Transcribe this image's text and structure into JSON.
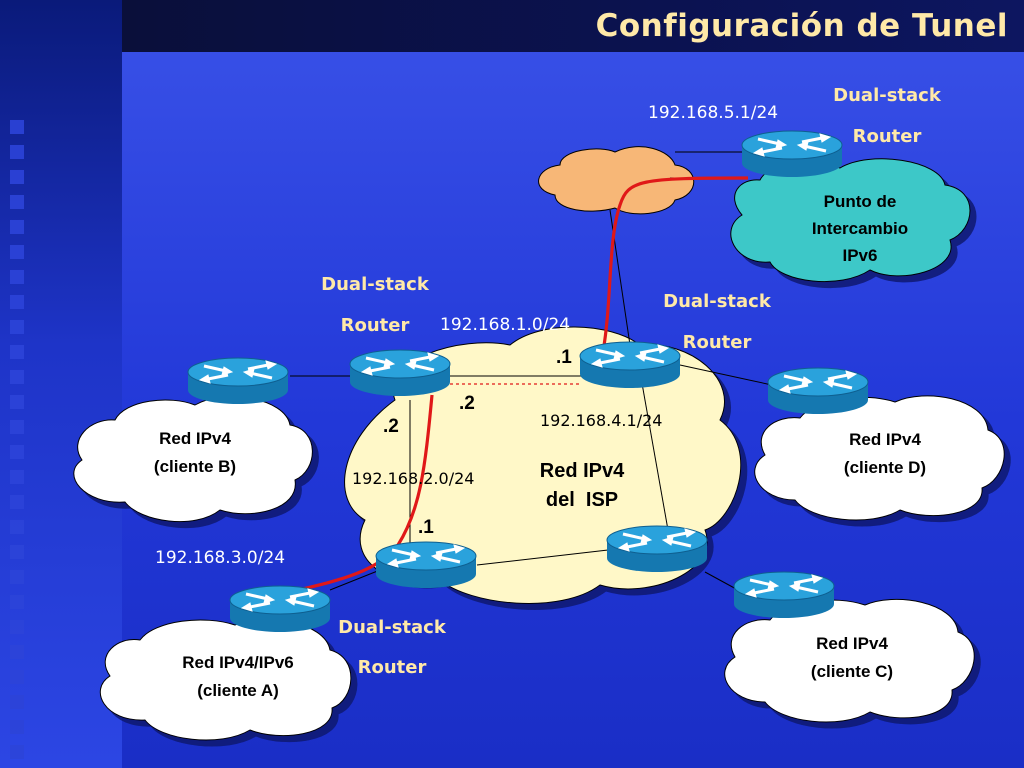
{
  "title": "Configuración de Tunel",
  "colors": {
    "background": "#2a40dc",
    "title_text": "#ffe9a8",
    "tunnel_line": "#e01818",
    "router": "#1e8fc8",
    "exchange_cloud": "#3ec8c8",
    "isp_cloud": "#fff8c8",
    "orange_cloud": "#f7b777"
  },
  "labels": {
    "net_192_168_5_1": "192.168.5.1/24",
    "ds_top_1": "Dual-stack",
    "ds_top_2": "Router",
    "exchange_1": "Punto de",
    "exchange_2": "Intercambio",
    "exchange_3": "IPv6",
    "ds_left_1": "Dual-stack",
    "ds_left_2": "Router",
    "net_192_168_1_0": "192.168.1.0/24",
    "ds_right_1": "Dual-stack",
    "ds_right_2": "Router",
    "dot1_top": ".1",
    "dot2_mid": ".2",
    "dot2_left": ".2",
    "net_192_168_4_1": "192.168.4.1/24",
    "clientB_1": "Red IPv4",
    "clientB_2": "(cliente B)",
    "clientD_1": "Red IPv4",
    "clientD_2": "(cliente D)",
    "net_192_168_2_0": "192.168.2.0/24",
    "isp_1": "Red IPv4",
    "isp_2": "del  ISP",
    "dot1_bottom": ".1",
    "net_192_168_3_0": "192.168.3.0/24",
    "ds_bottom_1": "Dual-stack",
    "ds_bottom_2": "Router",
    "clientA_1": "Red IPv4/IPv6",
    "clientA_2": "(cliente A)",
    "clientC_1": "Red IPv4",
    "clientC_2": "(cliente C)"
  }
}
